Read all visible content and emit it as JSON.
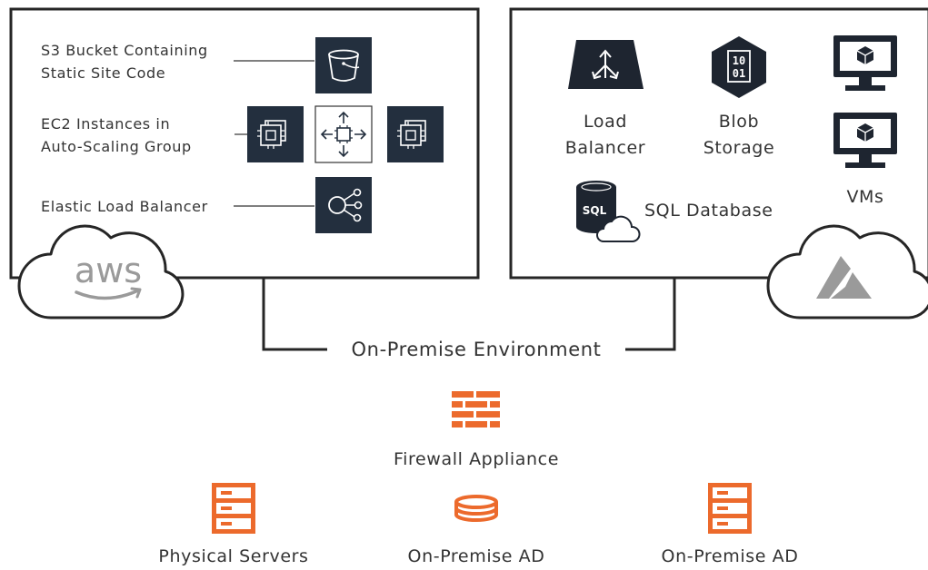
{
  "colors": {
    "frame": "#262626",
    "aws_icon_bg": "#232f3e",
    "azure_dark": "#1e2530",
    "orange": "#ec6a2c",
    "text": "#333333",
    "logo_gray": "#9a9a9a"
  },
  "aws": {
    "logo_text": "aws",
    "s3_label_line1": "S3 Bucket Containing",
    "s3_label_line2": "Static Site Code",
    "ec2_label_line1": "EC2 Instances in",
    "ec2_label_line2": "Auto-Scaling Group",
    "elb_label": "Elastic Load Balancer",
    "icons": [
      "bucket-icon",
      "ec2-instance-icon",
      "auto-scaling-icon",
      "ec2-instance-icon",
      "load-balancer-icon"
    ]
  },
  "azure": {
    "lb_label_line1": "Load",
    "lb_label_line2": "Balancer",
    "blob_label_line1": "Blob",
    "blob_label_line2": "Storage",
    "blob_glyph_line1": "10",
    "blob_glyph_line2": "01",
    "sql_label": "SQL Database",
    "sql_glyph": "SQL",
    "vms_label": "VMs",
    "icons": [
      "load-balancer-icon",
      "blob-storage-icon",
      "sql-database-icon",
      "vm-icon",
      "vm-icon",
      "azure-logo-icon"
    ]
  },
  "onprem": {
    "title": "On-Premise Environment",
    "firewall_label": "Firewall Appliance",
    "physical_label": "Physical Servers",
    "ad1_label": "On-Premise AD",
    "ad2_label": "On-Premise AD",
    "icons": [
      "firewall-icon",
      "server-rack-icon",
      "disk-icon",
      "server-rack-icon"
    ]
  }
}
